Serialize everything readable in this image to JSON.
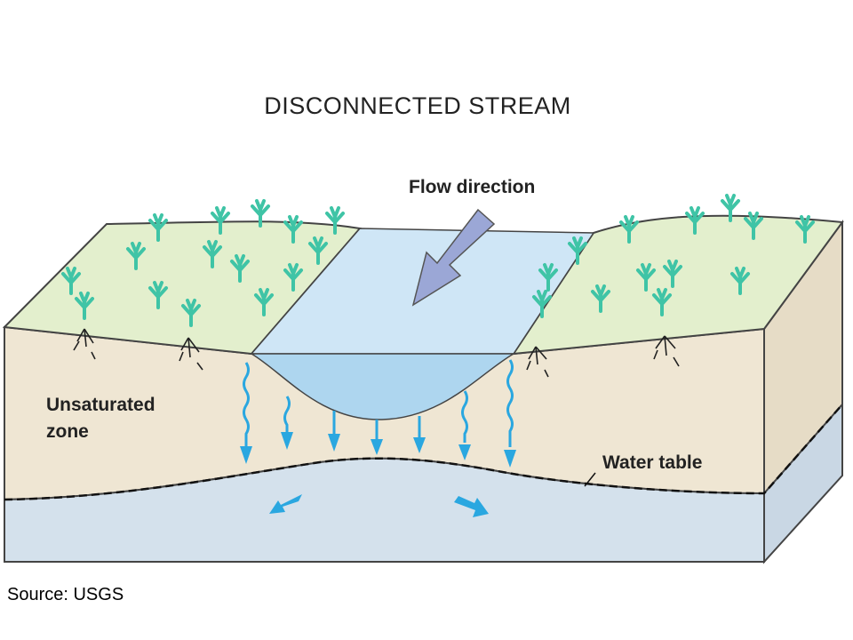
{
  "title": "DISCONNECTED STREAM",
  "labels": {
    "flow_direction": "Flow direction",
    "unsaturated_zone_line1": "Unsaturated",
    "unsaturated_zone_line2": "zone",
    "water_table": "Water table"
  },
  "source": "Source: USGS",
  "colors": {
    "grass": "#e3efcd",
    "soil": "#efe6d3",
    "soil_side": "#e6dcc6",
    "groundwater": "#d4e1ec",
    "stream_surface": "#cfe6f6",
    "stream_channel": "#aed6ef",
    "seepage_arrow": "#2aa7e0",
    "flow_arrow": "#9ba7d6",
    "vegetation": "#3fc4a6"
  }
}
